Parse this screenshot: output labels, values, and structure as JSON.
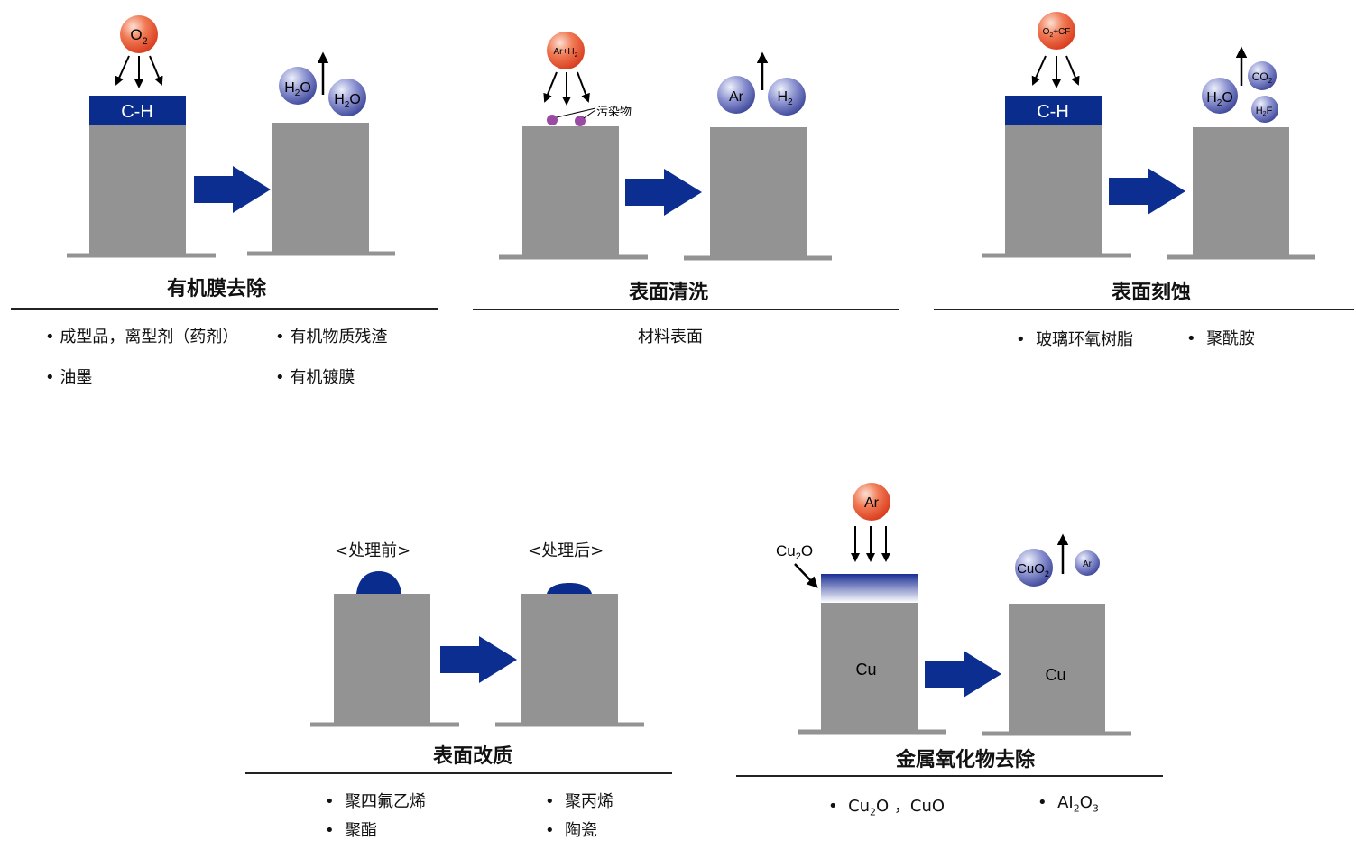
{
  "colors": {
    "block": "#939393",
    "dark_blue": "#0a2c8c",
    "arrow_blue": "#0b2e90",
    "reactive_ball": "#ec5a3a",
    "product_ball": "#5660b0",
    "contaminant": "#9a4aa3"
  },
  "panels": [
    {
      "id": "organic-film-removal",
      "title": "有机膜去除",
      "reactant": {
        "base": "O",
        "sub": "2"
      },
      "layer_label": "C-H",
      "products": [
        {
          "base": "H",
          "sub": "2",
          "tail": "O"
        },
        {
          "base": "H",
          "sub": "2",
          "tail": "O"
        }
      ],
      "items": [
        "成型品，离型剂（药剂）",
        "有机物质残渣",
        "油墨",
        "有机镀膜"
      ]
    },
    {
      "id": "surface-cleaning",
      "title": "表面清洗",
      "reactant": {
        "base": "Ar+H",
        "sub": "2"
      },
      "contaminant_label": "污染物",
      "products": [
        {
          "base": "Ar",
          "sub": "",
          "tail": ""
        },
        {
          "base": "H",
          "sub": "2",
          "tail": ""
        }
      ],
      "items": [
        "材料表面"
      ]
    },
    {
      "id": "surface-etching",
      "title": "表面刻蚀",
      "reactant": {
        "base": "O",
        "sub": "2",
        "tail": "+CF"
      },
      "layer_label": "C-H",
      "products": [
        {
          "base": "CO",
          "sub": "2",
          "tail": ""
        },
        {
          "base": "H",
          "sub": "2",
          "tail": "O"
        },
        {
          "base": "H",
          "sub": "2",
          "tail": "F"
        }
      ],
      "items": [
        "玻璃环氧树脂",
        "聚酰胺"
      ]
    },
    {
      "id": "surface-modification",
      "title": "表面改质",
      "before_label": "<处理前>",
      "after_label": "<处理后>",
      "items": [
        "聚四氟乙烯",
        "聚丙烯",
        "聚酯",
        "陶瓷"
      ]
    },
    {
      "id": "metal-oxide-removal",
      "title": "金属氧化物去除",
      "reactant": {
        "base": "Ar",
        "sub": ""
      },
      "oxide_label": {
        "base": "Cu",
        "sub": "2",
        "tail": "O"
      },
      "block_label_before": "Cu",
      "block_label_after": "Cu",
      "products": [
        {
          "base": "CuO",
          "sub": "2",
          "tail": ""
        },
        {
          "base": "Ar",
          "sub": "",
          "tail": ""
        }
      ],
      "items": [
        {
          "parts": [
            {
              "base": "Cu",
              "sub": "2"
            },
            {
              "base": "O ，CuO",
              "sub": ""
            }
          ]
        },
        {
          "parts": [
            {
              "base": "AI",
              "sub": "2"
            },
            {
              "base": "O",
              "sub": "3"
            }
          ]
        }
      ]
    }
  ]
}
